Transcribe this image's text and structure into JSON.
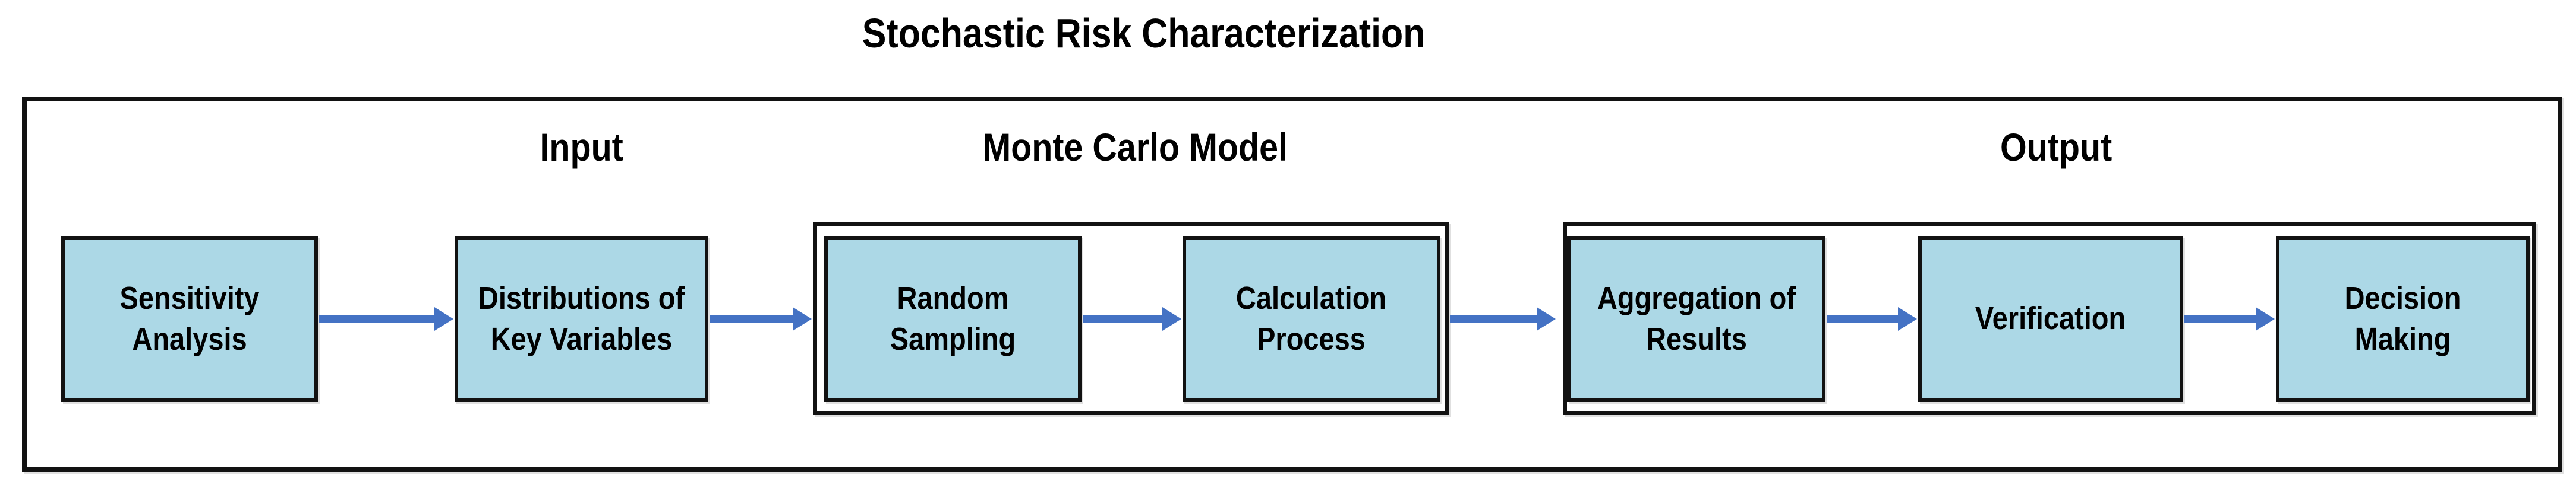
{
  "title": "Stochastic Risk Characterization",
  "colors": {
    "box_fill": "#ACD8E6",
    "line": "#121212",
    "arrow": "#4472C4",
    "background": "#FFFFFF",
    "text": "#000000"
  },
  "sections": [
    {
      "id": "input",
      "label": "Input"
    },
    {
      "id": "monte-carlo-model",
      "label": "Monte Carlo Model"
    },
    {
      "id": "output",
      "label": "Output"
    }
  ],
  "nodes": [
    {
      "id": "sensitivity-analysis",
      "label": "Sensitivity\nAnalysis",
      "section": "input"
    },
    {
      "id": "distributions-of-key-variables",
      "label": "Distributions of\nKey Variables",
      "section": "input"
    },
    {
      "id": "random-sampling",
      "label": "Random\nSampling",
      "section": "monte-carlo-model"
    },
    {
      "id": "calculation-process",
      "label": "Calculation\nProcess",
      "section": "monte-carlo-model"
    },
    {
      "id": "aggregation-of-results",
      "label": "Aggregation of\nResults",
      "section": "output"
    },
    {
      "id": "verification",
      "label": "Verification",
      "section": "output"
    },
    {
      "id": "decision-making",
      "label": "Decision\nMaking",
      "section": "output"
    }
  ],
  "edges": [
    {
      "from": "sensitivity-analysis",
      "to": "distributions-of-key-variables"
    },
    {
      "from": "distributions-of-key-variables",
      "to": "random-sampling"
    },
    {
      "from": "random-sampling",
      "to": "calculation-process"
    },
    {
      "from": "calculation-process",
      "to": "aggregation-of-results"
    },
    {
      "from": "aggregation-of-results",
      "to": "verification"
    },
    {
      "from": "verification",
      "to": "decision-making"
    }
  ]
}
